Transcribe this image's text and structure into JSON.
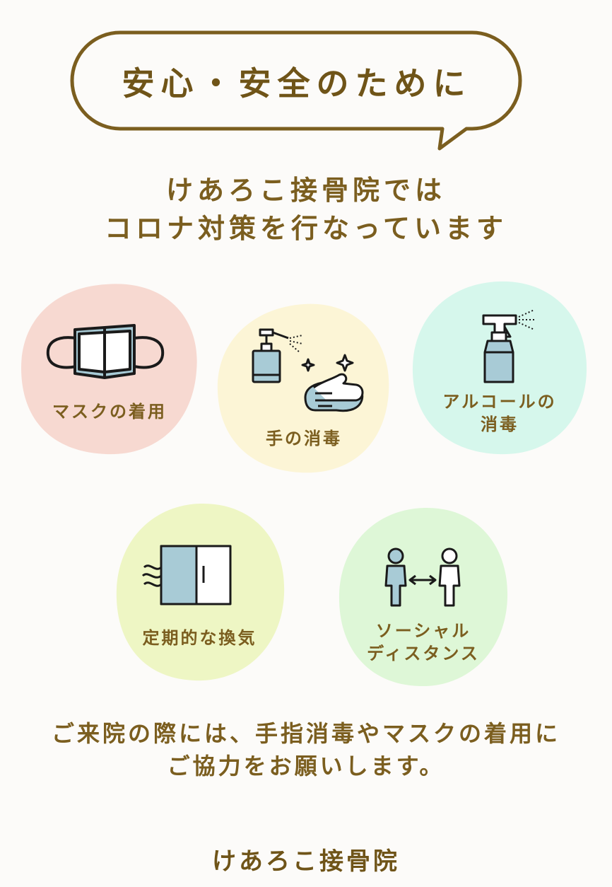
{
  "title": "安心・安全のために",
  "intro": {
    "line1": "けあろこ接骨院では",
    "line2": "コロナ対策を行なっています"
  },
  "measures": [
    {
      "label": "マスクの着用",
      "icon": "mask-icon",
      "bg": "#f7d9d1"
    },
    {
      "label": "手の消毒",
      "icon": "hand-sanitizer-icon",
      "bg": "#fcf5d6"
    },
    {
      "label_line1": "アルコールの",
      "label_line2": "消毒",
      "icon": "alcohol-spray-icon",
      "bg": "#d6f7ec"
    },
    {
      "label": "定期的な換気",
      "icon": "window-ventilation-icon",
      "bg": "#eef6c4"
    },
    {
      "label_line1": "ソーシャル",
      "label_line2": "ディスタンス",
      "icon": "social-distance-icon",
      "bg": "#def7d7"
    }
  ],
  "notice": {
    "line1": "ご来院の際には、手指消毒やマスクの着用に",
    "line2": "ご協力をお願いします。"
  },
  "footer": "けあろこ接骨院",
  "colors": {
    "text": "#7b5e1f",
    "outline": "#7b5e1f",
    "icon_fill": "#a8cbd6",
    "icon_stroke": "#1a1a1a"
  }
}
